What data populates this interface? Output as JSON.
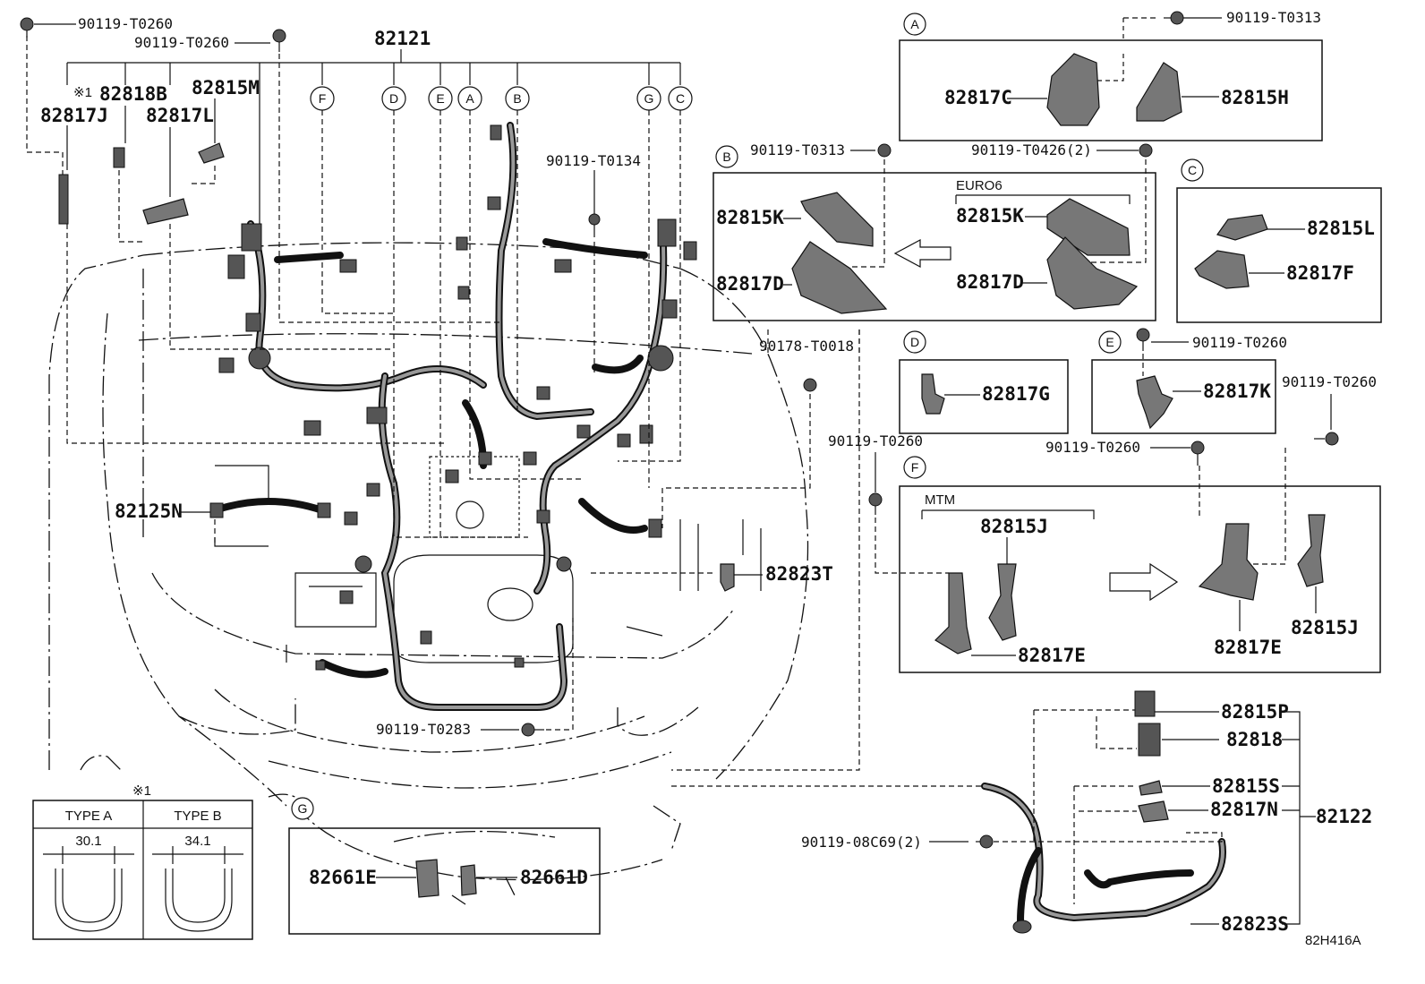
{
  "diagram": {
    "main_harness": "82121",
    "callouts": {
      "a": "A",
      "b": "B",
      "c": "C",
      "d": "D",
      "e": "E",
      "f": "F",
      "g": "G"
    },
    "bolts": {
      "t0260_topleft": "90119-T0260",
      "t0260_top": "90119-T0260",
      "t0313_a": "90119-T0313",
      "t0313_b": "90119-T0313",
      "t0426": "90119-T0426(2)",
      "t0134": "90119-T0134",
      "t0018": "90178-T0018",
      "t0260_e": "90119-T0260",
      "t0260_right": "90119-T0260",
      "t0260_mid": "90119-T0260",
      "t0260_f": "90119-T0260",
      "t0283": "90119-T0283",
      "c69": "90119-08C69(2)"
    },
    "parts": {
      "p82818B": "82818B",
      "note1_mark": "※1",
      "p82815M": "82815M",
      "p82817J": "82817J",
      "p82817L": "82817L",
      "p82125N": "82125N",
      "p82823T": "82823T",
      "a_82817C": "82817C",
      "a_82815H": "82815H",
      "b_82815K_left": "82815K",
      "b_82817D_left": "82817D",
      "b_euro6": "EURO6",
      "b_82815K_right": "82815K",
      "b_82817D_right": "82817D",
      "c_82815L": "82815L",
      "c_82817F": "82817F",
      "d_82817G": "82817G",
      "e_82817K": "82817K",
      "f_mtm": "MTM",
      "f_82815J_left": "82815J",
      "f_82817E_left": "82817E",
      "f_82817E_right": "82817E",
      "f_82815J_right": "82815J",
      "g_82661E": "82661E",
      "g_82661D": "82661D",
      "h_82815P": "82815P",
      "h_82818": "82818",
      "h_82815S": "82815S",
      "h_82817N": "82817N",
      "h_82122": "82122",
      "h_82823S": "82823S"
    },
    "type_table": {
      "title": "※1",
      "type_a": "TYPE A",
      "type_b": "TYPE B",
      "dim_a": "30.1",
      "dim_b": "34.1"
    },
    "ref_code": "82H416A"
  }
}
